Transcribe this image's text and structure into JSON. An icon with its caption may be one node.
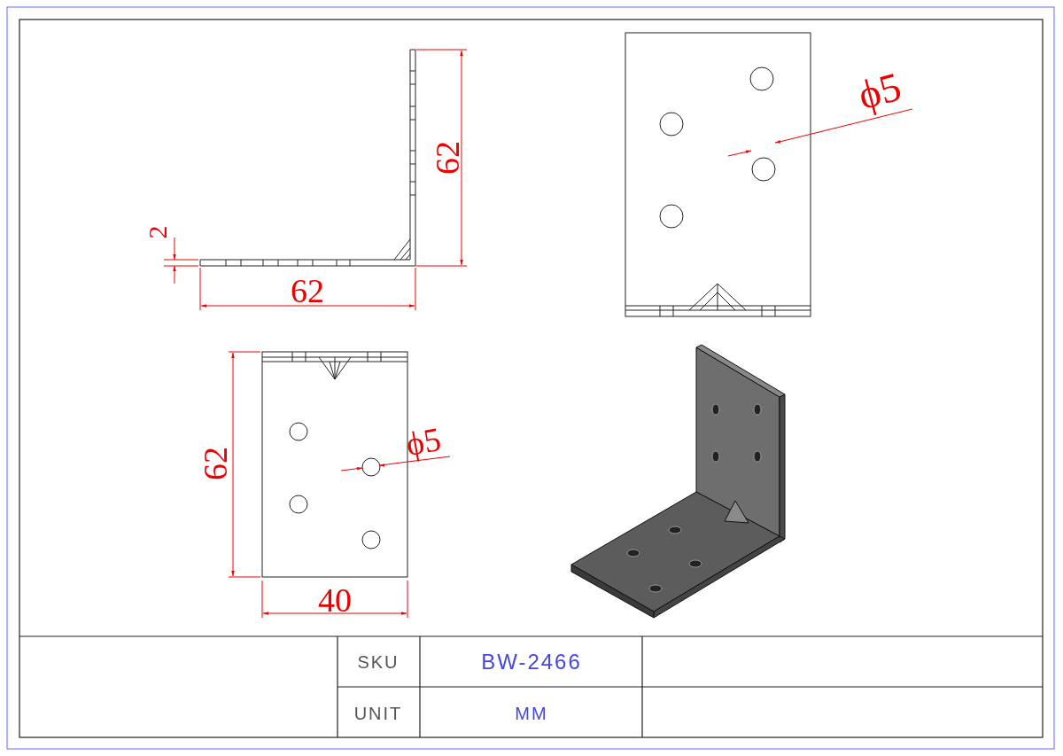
{
  "diagram": {
    "labels": [
      "62",
      "2",
      "62",
      "ϕ5",
      "62",
      "ϕ5",
      "40",
      "SKU",
      "BW-2466",
      "UNIT",
      "MM"
    ]
  }
}
